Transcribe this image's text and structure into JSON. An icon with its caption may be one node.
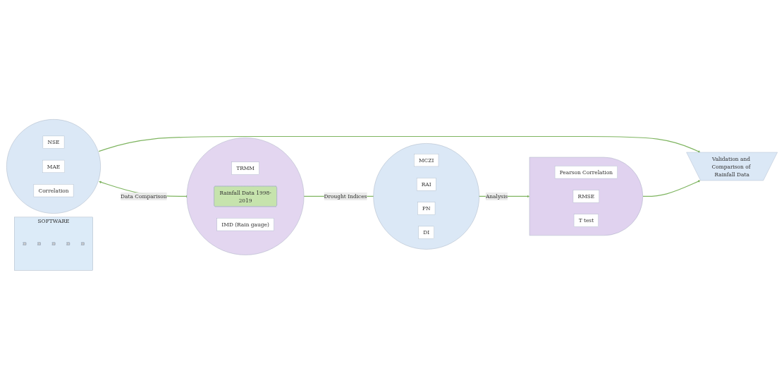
{
  "diagram": {
    "nodes": [
      {
        "text": [
          "SOFTWARE"
        ]
      },
      {
        "text": [],
        "shape": "chevron",
        "in": 0
      },
      {
        "text": [],
        "shape": "chevron",
        "in": 0
      },
      {
        "text": [],
        "shape": "chevron",
        "in": 0
      },
      {
        "text": [],
        "shape": "chevron",
        "in": 0
      },
      {
        "text": [],
        "shape": "chevron",
        "in": 0
      },
      {
        "text": [],
        "shape": "circle"
      },
      {
        "text": [
          "NSE"
        ],
        "in": 6
      },
      {
        "text": [
          "MAE"
        ],
        "in": 6
      },
      {
        "text": [
          "Correlation"
        ],
        "in": 6
      },
      {
        "text": [],
        "shape": "circle"
      },
      {
        "text": [
          "TRMM"
        ],
        "in": 10
      },
      {
        "text": [
          "Rainfall Data 1998-2019"
        ],
        "in": 10
      },
      {
        "text": [
          "IMD (Rain gauge)"
        ],
        "in": 10
      },
      {
        "text": [],
        "shape": "circle"
      },
      {
        "text": [
          "MCZI"
        ],
        "in": 14
      },
      {
        "text": [
          "RAI"
        ],
        "in": 14
      },
      {
        "text": [
          "PN"
        ],
        "in": 14
      },
      {
        "text": [
          "DI"
        ],
        "in": 14
      },
      {
        "text": [],
        "shape": "arc"
      },
      {
        "text": [
          "Pearson Correlation"
        ],
        "in": 19
      },
      {
        "text": [
          "RMSE"
        ],
        "in": 19
      },
      {
        "text": [
          "T test"
        ],
        "in": 19
      },
      {
        "text": [
          "Validation and Comparison of Rainfall Data"
        ]
      }
    ],
    "edges": [
      {
        "from": 6,
        "to": 10,
        "arrow": "both",
        "label": "Data Comparison"
      },
      {
        "from": 10,
        "to": 14,
        "arrow": "to",
        "label": "Drought Indices"
      },
      {
        "from": 14,
        "to": 19,
        "arrow": "to",
        "label": "Analysis"
      },
      {
        "from": 6,
        "to": 23,
        "arrow": "to"
      },
      {
        "from": 19,
        "to": 23,
        "arrow": "to"
      }
    ]
  }
}
